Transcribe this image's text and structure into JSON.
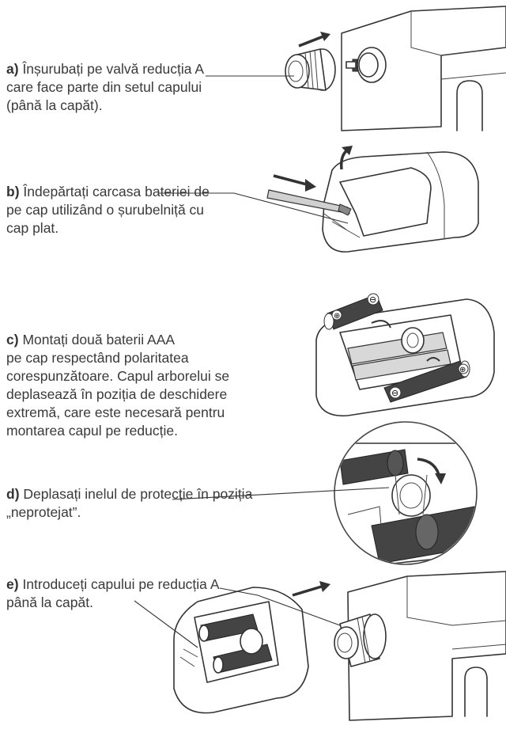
{
  "steps": [
    {
      "letter": "a)",
      "lines": [
        "Înșurubați pe valvă reducția A",
        "care face parte din setul capului",
        "(până la capăt)."
      ]
    },
    {
      "letter": "b)",
      "lines": [
        "Îndepărtați carcasa bateriei de",
        "pe cap utilizând o șurubelniță cu",
        "cap plat."
      ]
    },
    {
      "letter": "c)",
      "lines": [
        "Montați două baterii AAA",
        "pe cap respectând polaritatea",
        "corespunzătoare. Capul arborelui se",
        "deplasează în poziția de deschidere",
        "extremă, care este necesară pentru",
        "montarea capul pe reducție."
      ]
    },
    {
      "letter": "d)",
      "lines": [
        "Deplasați inelul de protecție în poziția",
        "„neprotejat”."
      ]
    },
    {
      "letter": "e)",
      "lines": [
        "Introduceți capului pe reducția A",
        "până la capăt."
      ]
    }
  ],
  "battery_symbols": {
    "plus": "⊕",
    "minus": "⊖"
  }
}
